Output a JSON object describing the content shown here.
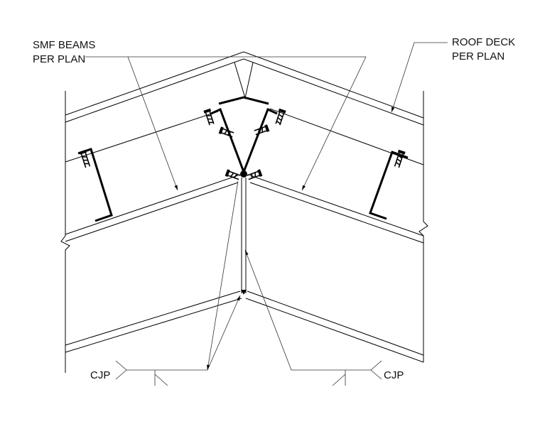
{
  "labels": {
    "smf_line1": "SMF BEAMS",
    "smf_line2": "PER PLAN",
    "roof_line1": "ROOF DECK",
    "roof_line2": "PER PLAN",
    "cjp_left": "CJP",
    "cjp_right": "CJP"
  }
}
